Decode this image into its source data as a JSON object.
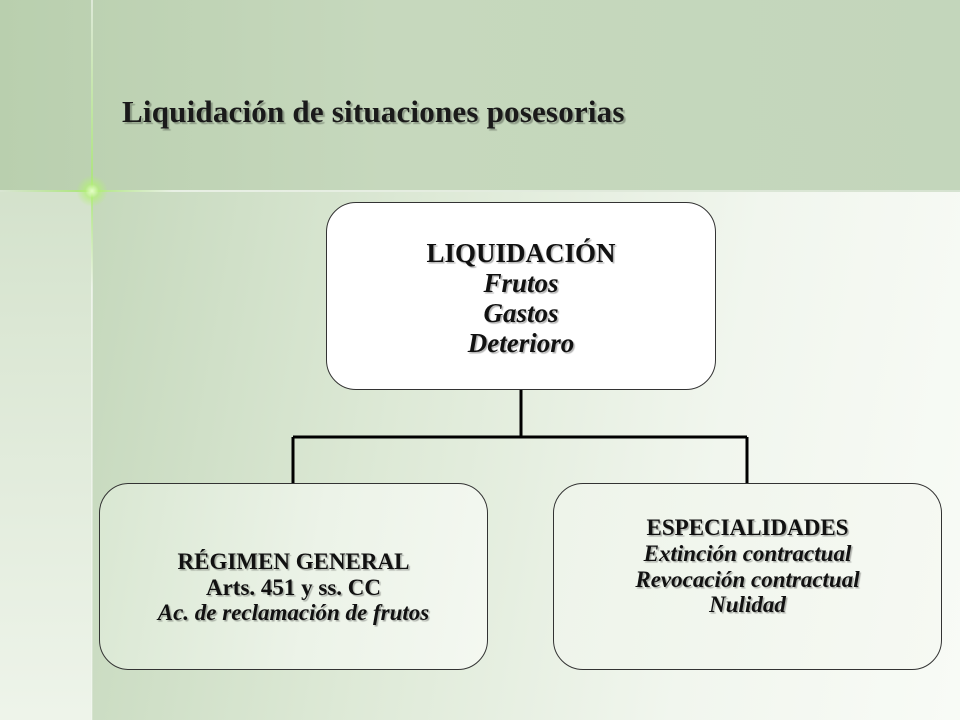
{
  "title": "Liquidación de situaciones posesorias",
  "root": {
    "heading": "LIQUIDACIÓN",
    "items": [
      "Frutos",
      "Gastos",
      "Deterioro"
    ]
  },
  "children": [
    {
      "heading": "RÉGIMEN GENERAL",
      "line1": "Arts. 451 y ss. CC",
      "line2": "Ac. de reclamación de frutos"
    },
    {
      "heading": "ESPECIALIDADES",
      "items": [
        "Extinción contractual",
        "Revocación contractual",
        "Nulidad"
      ]
    }
  ]
}
